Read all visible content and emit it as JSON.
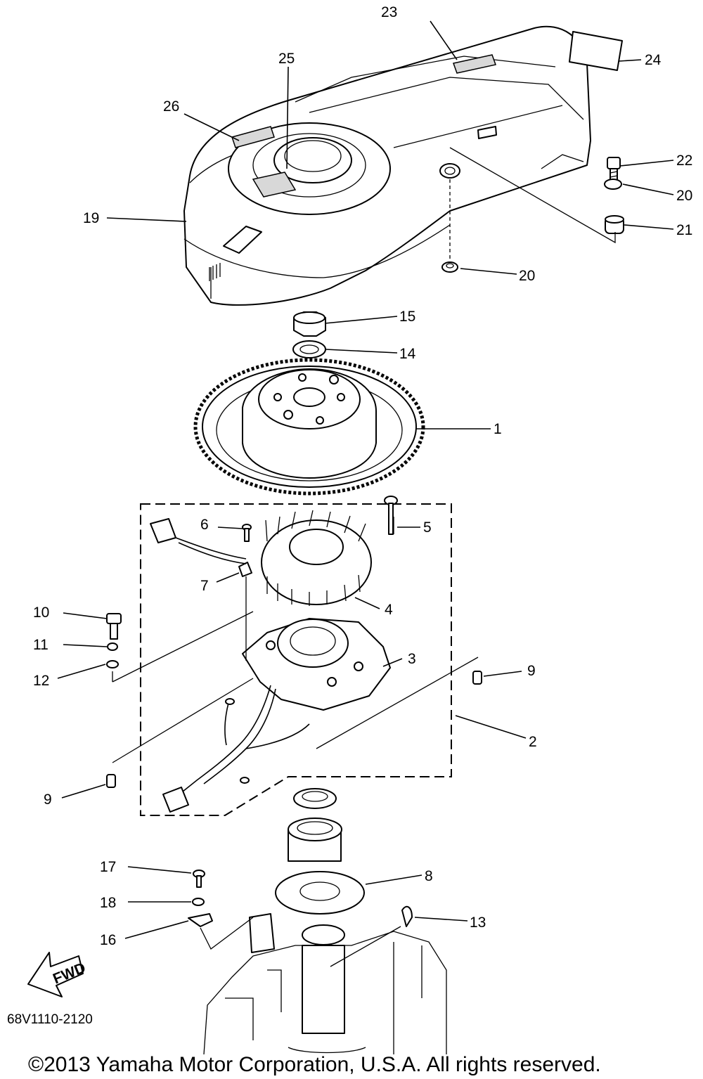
{
  "labels": {
    "l1": "1",
    "l2": "2",
    "l3": "3",
    "l4": "4",
    "l5": "5",
    "l6": "6",
    "l7": "7",
    "l8": "8",
    "l9a": "9",
    "l9b": "9",
    "l10": "10",
    "l11": "11",
    "l12": "12",
    "l13": "13",
    "l14": "14",
    "l15": "15",
    "l16": "16",
    "l17": "17",
    "l18": "18",
    "l19": "19",
    "l20a": "20",
    "l20b": "20",
    "l21": "21",
    "l22": "22",
    "l23": "23",
    "l24": "24",
    "l25": "25",
    "l26": "26",
    "fwd": "FWD"
  },
  "diagram_code": "68V1110-2120",
  "copyright": "©2013 Yamaha Motor Corporation, U.S.A. All rights reserved."
}
